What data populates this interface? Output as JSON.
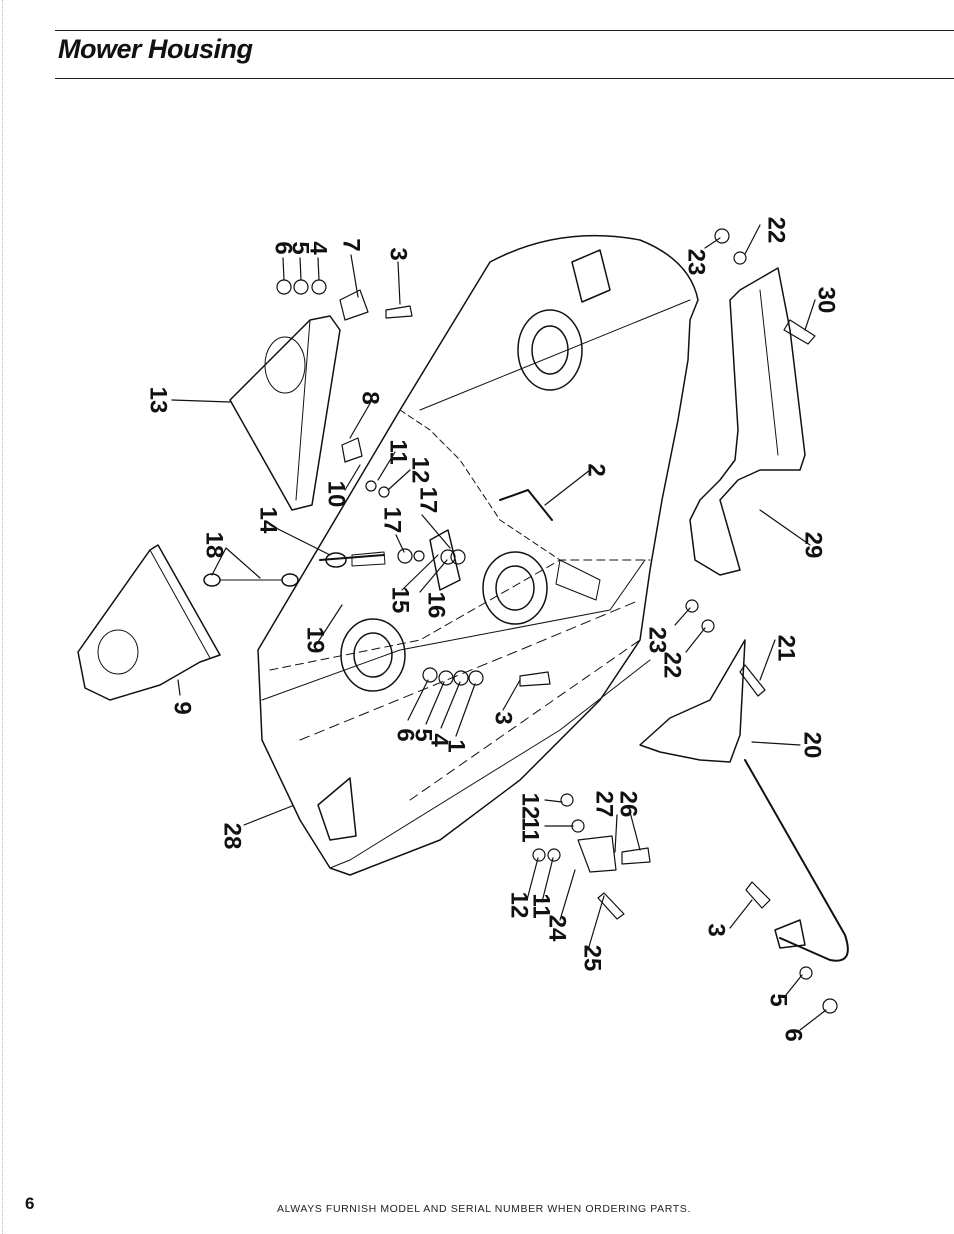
{
  "header": {
    "title": "Mower Housing"
  },
  "diagram": {
    "callouts": [
      {
        "id": "c6a",
        "text": "6"
      },
      {
        "id": "c5a",
        "text": "5"
      },
      {
        "id": "c4a",
        "text": "4"
      },
      {
        "id": "c7a",
        "text": "7"
      },
      {
        "id": "c3a",
        "text": "3"
      },
      {
        "id": "c23a",
        "text": "23"
      },
      {
        "id": "c22a",
        "text": "22"
      },
      {
        "id": "c30",
        "text": "30"
      },
      {
        "id": "c13",
        "text": "13"
      },
      {
        "id": "c8",
        "text": "8"
      },
      {
        "id": "c11a",
        "text": "11"
      },
      {
        "id": "c12a",
        "text": "12"
      },
      {
        "id": "c10",
        "text": "10"
      },
      {
        "id": "c17a",
        "text": "17"
      },
      {
        "id": "c17b",
        "text": "17"
      },
      {
        "id": "c2",
        "text": "2"
      },
      {
        "id": "c14",
        "text": "14"
      },
      {
        "id": "c18",
        "text": "18"
      },
      {
        "id": "c29",
        "text": "29"
      },
      {
        "id": "c15",
        "text": "15"
      },
      {
        "id": "c16",
        "text": "16"
      },
      {
        "id": "c19",
        "text": "19"
      },
      {
        "id": "c23b",
        "text": "23"
      },
      {
        "id": "c22b",
        "text": "22"
      },
      {
        "id": "c21",
        "text": "21"
      },
      {
        "id": "c9",
        "text": "9"
      },
      {
        "id": "c6b",
        "text": "6"
      },
      {
        "id": "c5b",
        "text": "5"
      },
      {
        "id": "c4b",
        "text": "4"
      },
      {
        "id": "c1",
        "text": "1"
      },
      {
        "id": "c3b",
        "text": "3"
      },
      {
        "id": "c20",
        "text": "20"
      },
      {
        "id": "c28",
        "text": "28"
      },
      {
        "id": "c12b",
        "text": "12"
      },
      {
        "id": "c11b",
        "text": "11"
      },
      {
        "id": "c27",
        "text": "27"
      },
      {
        "id": "c26",
        "text": "26"
      },
      {
        "id": "c12c",
        "text": "12"
      },
      {
        "id": "c11c",
        "text": "11"
      },
      {
        "id": "c24",
        "text": "24"
      },
      {
        "id": "c25",
        "text": "25"
      },
      {
        "id": "c3c",
        "text": "3"
      },
      {
        "id": "c5c",
        "text": "5"
      },
      {
        "id": "c6c",
        "text": "6"
      }
    ]
  },
  "footer": {
    "page_number": "6",
    "note": "ALWAYS FURNISH MODEL AND SERIAL NUMBER WHEN ORDERING PARTS."
  }
}
